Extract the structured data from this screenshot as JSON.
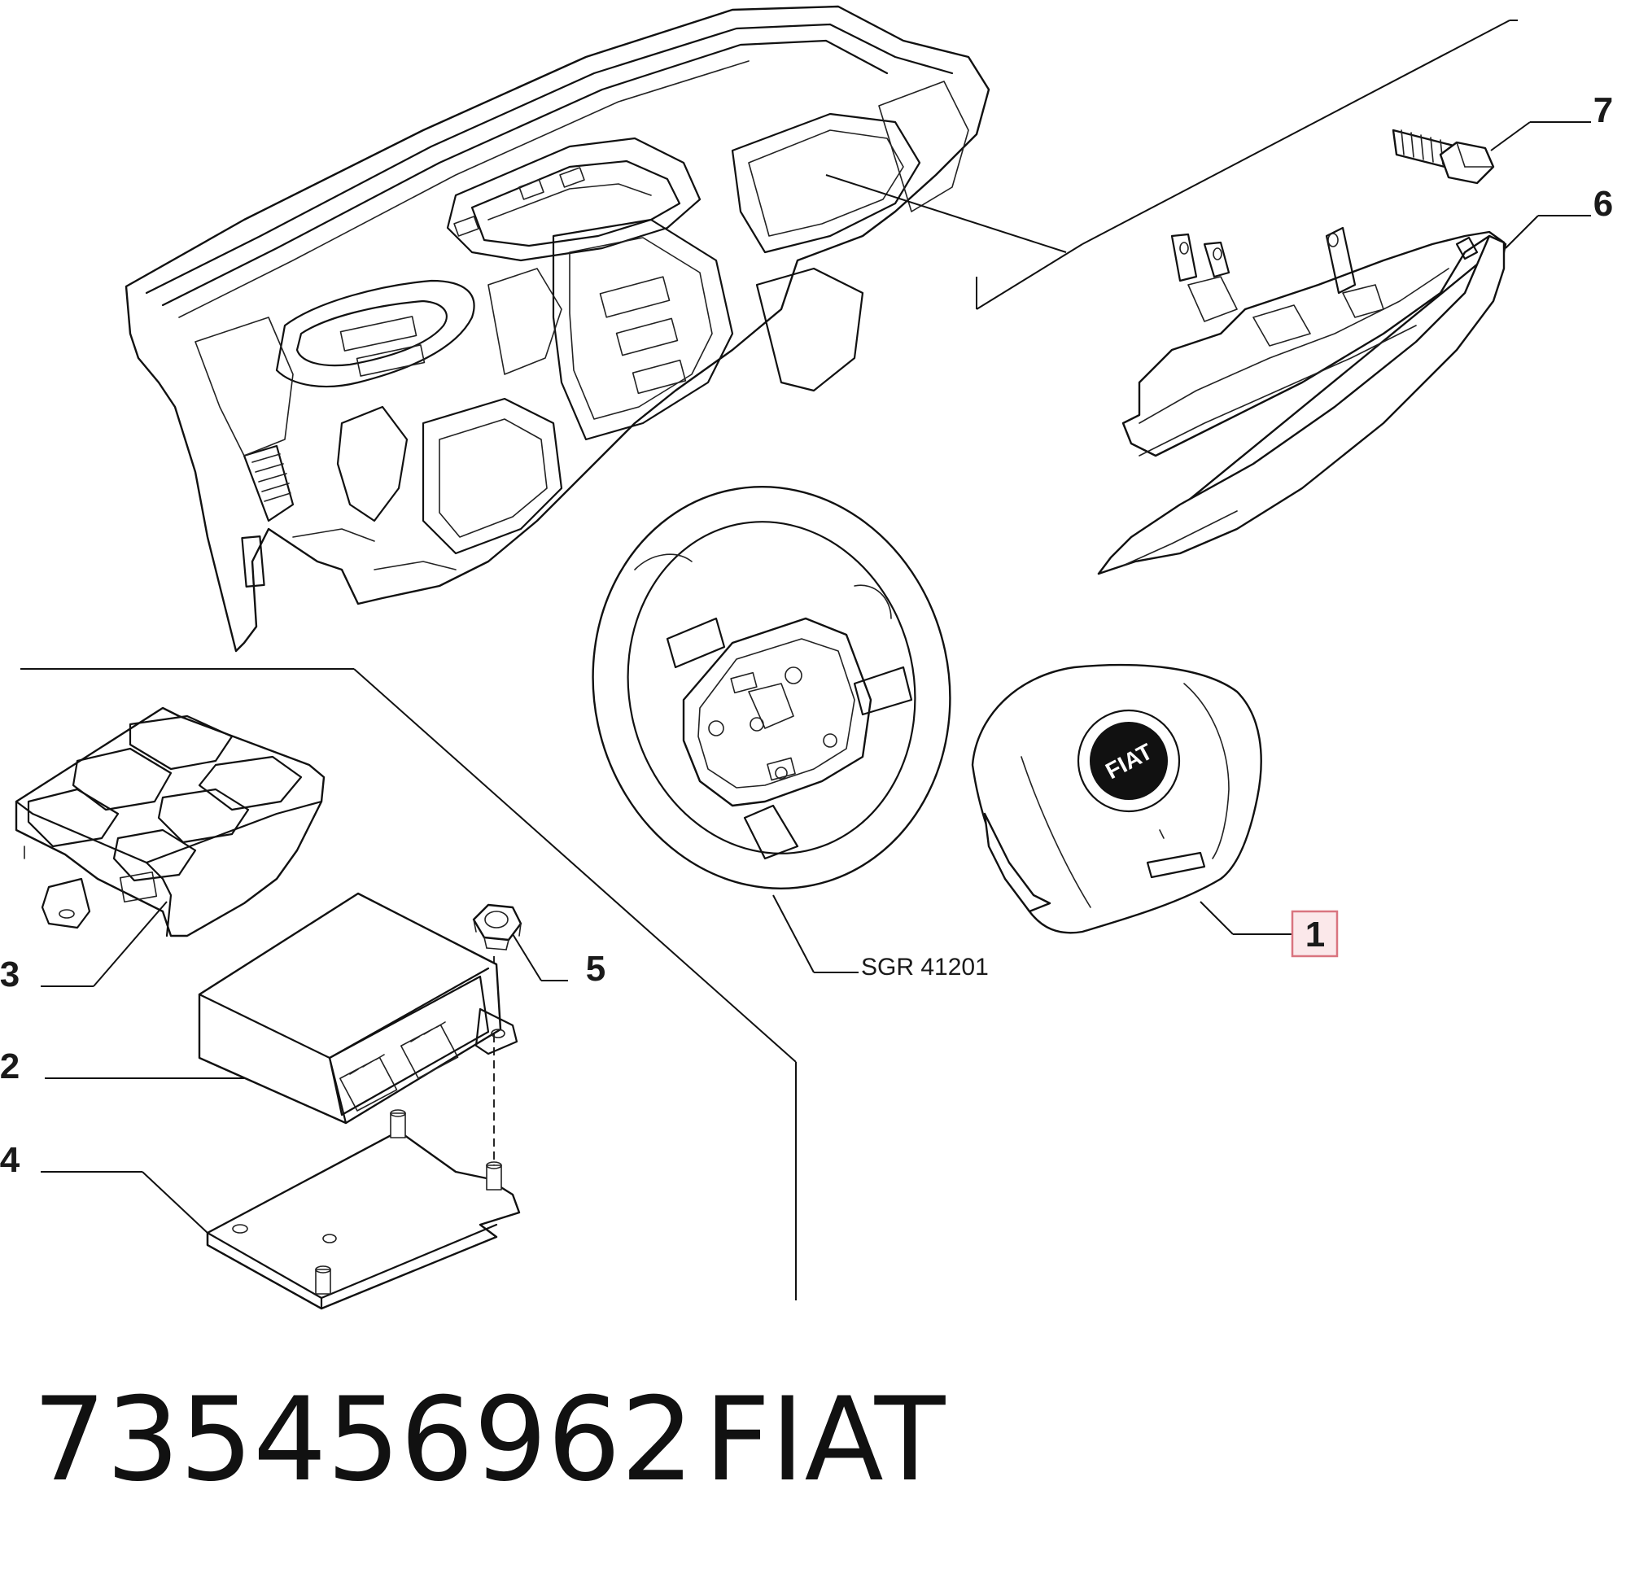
{
  "callouts": {
    "c1": "1",
    "c2": "2",
    "c3": "3",
    "c4": "4",
    "c5": "5",
    "c6": "6",
    "c7": "7"
  },
  "reference_label": "SGR 41201",
  "logo_text": "FIAT",
  "footer": {
    "part_number": "735456962",
    "brand": "FIAT"
  },
  "colors": {
    "line": "#111111",
    "highlight_fill": "#fbe8ea",
    "highlight_stroke": "#d9747f"
  }
}
